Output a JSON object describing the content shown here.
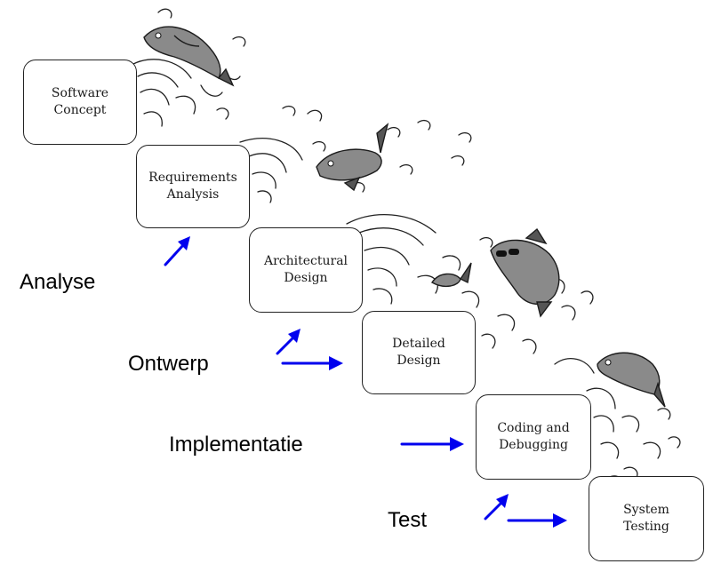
{
  "stages": [
    {
      "id": "software-concept",
      "line1": "Software",
      "line2": "Concept"
    },
    {
      "id": "requirements-analysis",
      "line1": "Requirements",
      "line2": "Analysis"
    },
    {
      "id": "architectural-design",
      "line1": "Architectural",
      "line2": "Design"
    },
    {
      "id": "detailed-design",
      "line1": "Detailed",
      "line2": "Design"
    },
    {
      "id": "coding-and-debugging",
      "line1": "Coding and",
      "line2": "Debugging"
    },
    {
      "id": "system-testing",
      "line1": "System",
      "line2": "Testing"
    }
  ],
  "phases": {
    "analyse": "Analyse",
    "ontwerp": "Ontwerp",
    "implementatie": "Implementatie",
    "test": "Test"
  },
  "colors": {
    "arrow": "#0000ee",
    "box_border": "#222222",
    "ink": "#1c1c1c",
    "fish_fill": "#8a8a8a"
  },
  "icons": [
    "fish-icon",
    "water-splash"
  ]
}
